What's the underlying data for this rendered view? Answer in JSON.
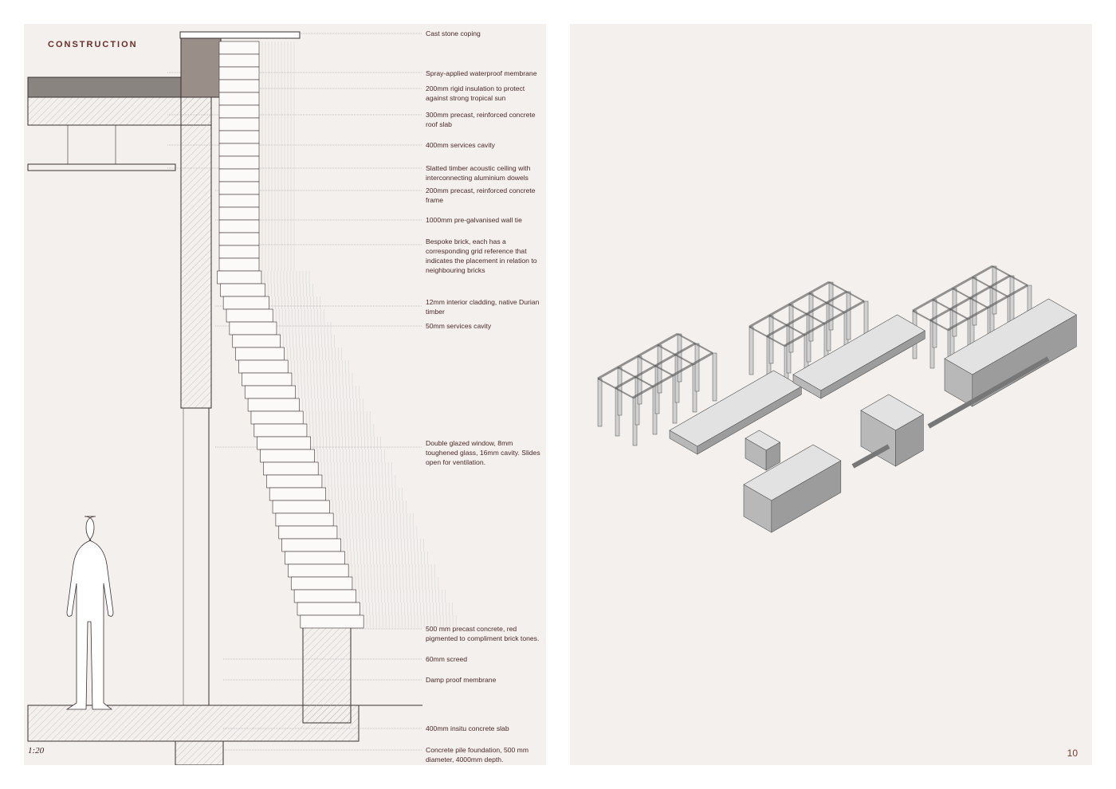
{
  "left_page": {
    "heading": "CONSTRUCTION",
    "scale": "1:20",
    "labels": [
      "Cast stone coping",
      "Spray-applied waterproof membrane",
      "200mm rigid insulation to protect against strong tropical sun",
      "300mm precast, reinforced concrete roof slab",
      "400mm services cavity",
      "Slatted timber acoustic ceiling with interconnecting aluminium dowels",
      "200mm precast, reinforced concrete frame",
      "1000mm pre-galvanised wall tie",
      "Bespoke brick, each has a corresponding grid reference that indicates the placement in relation to neighbouring bricks",
      "12mm interior cladding, native Durian timber",
      "50mm services cavity",
      "Double glazed window, 8mm toughened glass, 16mm cavity. Slides open for ventilation.",
      "500 mm precast concrete, red pigmented to compliment brick tones.",
      "60mm screed",
      "Damp proof membrane",
      "400mm insitu concrete slab",
      "Concrete pile foundation, 500 mm diameter, 4000mm depth."
    ]
  },
  "right_page": {
    "page_number": "10"
  },
  "colors": {
    "page_bg": "#f3f0ed",
    "accent": "#6b2e2a",
    "line": "#3a3030"
  }
}
